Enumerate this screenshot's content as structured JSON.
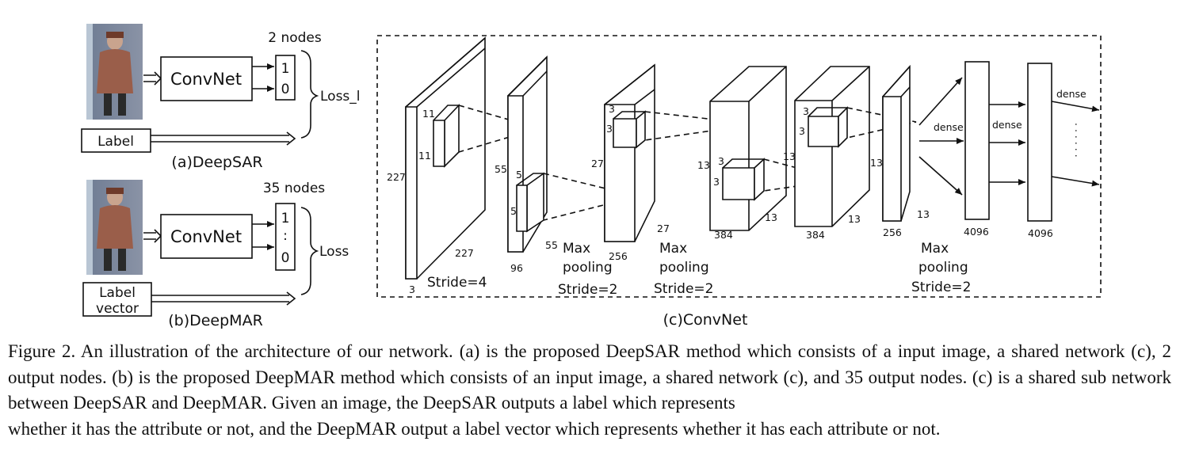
{
  "panel_a": {
    "nodes_label": "2 nodes",
    "box_label": "ConvNet",
    "out_top": "1",
    "out_bottom": "0",
    "loss_label": "Loss_l",
    "label_box": "Label",
    "caption": "(a)DeepSAR"
  },
  "panel_b": {
    "nodes_label": "35 nodes",
    "box_label": "ConvNet",
    "out_top": "1",
    "out_mid": ":",
    "out_bottom": "0",
    "loss_label": "Loss",
    "label_line1": "Label",
    "label_line2": "vector",
    "caption": "(b)DeepMAR"
  },
  "panel_c": {
    "caption": "(c)ConvNet",
    "input": {
      "height": "227",
      "width": "227",
      "depth": "3",
      "kernel_h": "11",
      "kernel_w": "11",
      "stride": "Stride=4"
    },
    "conv1": {
      "height": "55",
      "width": "55",
      "depth": "96",
      "kernel_h": "5",
      "kernel_w": "5",
      "pool_line1": "Max",
      "pool_line2": "pooling",
      "pool_line3": "Stride=2"
    },
    "conv2": {
      "height": "27",
      "width": "27",
      "depth": "256",
      "kernel_h": "3",
      "kernel_w": "3",
      "pool_line1": "Max",
      "pool_line2": "pooling",
      "pool_line3": "Stride=2"
    },
    "conv3": {
      "height": "13",
      "width": "13",
      "depth": "384",
      "kernel_h": "3",
      "kernel_w": "3"
    },
    "conv4": {
      "height": "13",
      "width": "13",
      "depth": "384",
      "kernel_h": "3",
      "kernel_w": "3"
    },
    "conv5": {
      "height": "13",
      "width": "13",
      "depth": "256",
      "pool_line1": "Max",
      "pool_line2": "pooling",
      "pool_line3": "Stride=2"
    },
    "fc6": {
      "units": "4096",
      "dense": "dense"
    },
    "fc7": {
      "units": "4096",
      "dense": "dense"
    },
    "fc8": {
      "dense": "dense",
      "dots": ". . . . . ."
    }
  },
  "caption": {
    "text": "Figure 2. An illustration of the architecture of our network. (a) is the proposed DeepSAR method which consists of a input image, a shared network (c), 2 output nodes. (b) is the proposed DeepMAR method which consists of an input image, a shared network (c), and 35 output nodes. (c) is a shared sub network between DeepSAR and DeepMAR. Given an image, the DeepSAR outputs a label which represents",
    "last_line": "whether it has the attribute or not, and the DeepMAR output a label vector which represents whether it has each attribute or not."
  }
}
